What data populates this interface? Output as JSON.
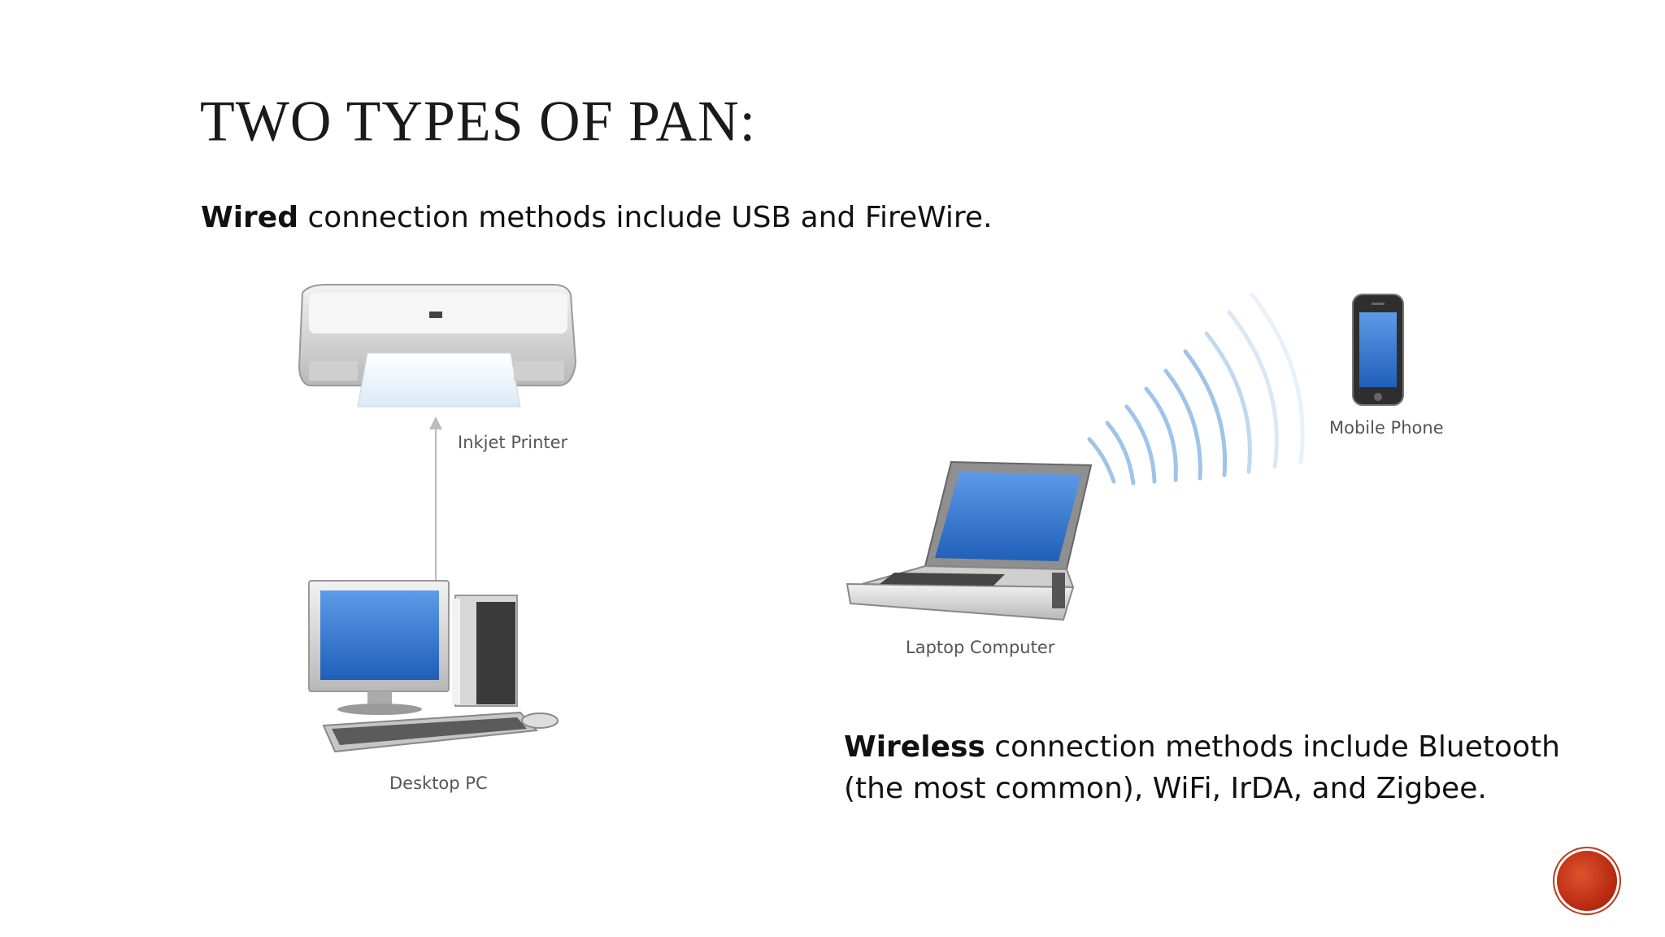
{
  "slide": {
    "title": "TWO TYPES OF PAN:",
    "wired": {
      "bold": "Wired",
      "rest": " connection methods include USB and FireWire."
    },
    "wireless": {
      "bold": "Wireless",
      "rest": " connection methods include Bluetooth (the most common), WiFi, IrDA, and Zigbee."
    }
  },
  "diagram": {
    "labels": {
      "printer": "Inkjet Printer",
      "desktop": "Desktop PC",
      "laptop": "Laptop Computer",
      "phone": "Mobile Phone"
    }
  },
  "colors": {
    "accent": "#c0391b",
    "screen": "#3f7fd6",
    "wave": "#8fbbe6"
  },
  "icons": {
    "nav": "red-circle-button"
  }
}
